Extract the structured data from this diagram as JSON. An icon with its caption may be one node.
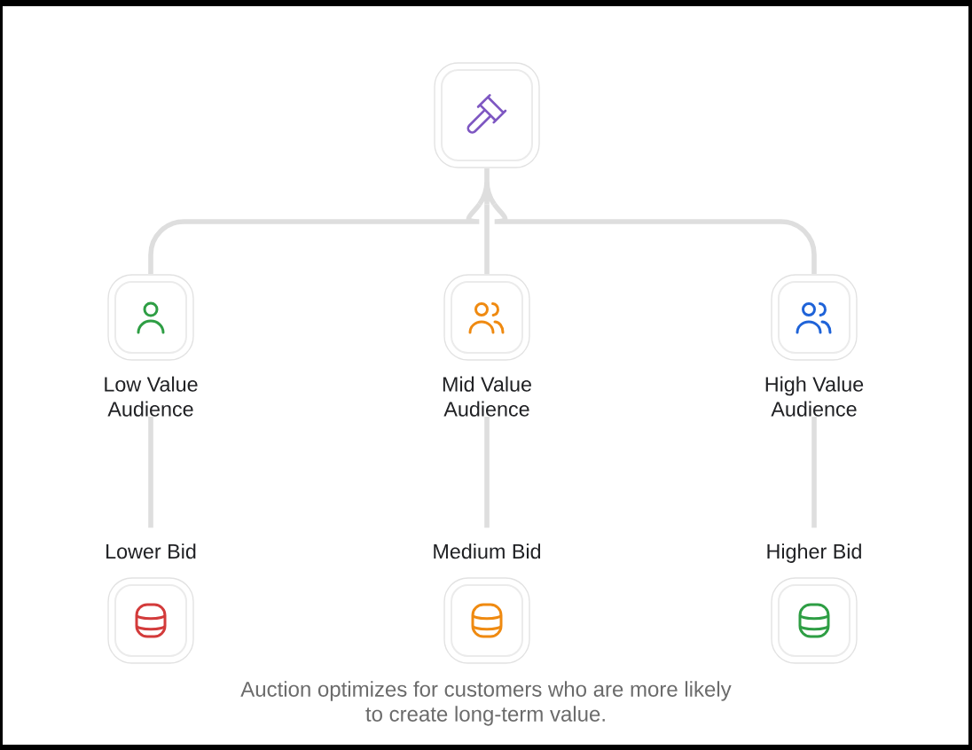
{
  "diagram": {
    "caption": "Auction optimizes for customers who are more likely to create long-term value.",
    "nodes": [
      {
        "text": [],
        "shape": "box"
      },
      {
        "text": [
          "Low Value Audience"
        ]
      },
      {
        "text": [
          "Mid Value Audience"
        ]
      },
      {
        "text": [
          "High Value Audience"
        ]
      },
      {
        "text": [
          "Lower Bid"
        ]
      },
      {
        "text": [
          "Medium Bid"
        ]
      },
      {
        "text": [
          "Higher Bid"
        ]
      }
    ],
    "edges": [
      {
        "from": 0,
        "to": 1,
        "arrow": "none"
      },
      {
        "from": 0,
        "to": 2,
        "arrow": "none"
      },
      {
        "from": 0,
        "to": 3,
        "arrow": "none"
      },
      {
        "from": 1,
        "to": 4,
        "arrow": "none"
      },
      {
        "from": 2,
        "to": 5,
        "arrow": "none"
      },
      {
        "from": 3,
        "to": 6,
        "arrow": "none"
      }
    ]
  }
}
